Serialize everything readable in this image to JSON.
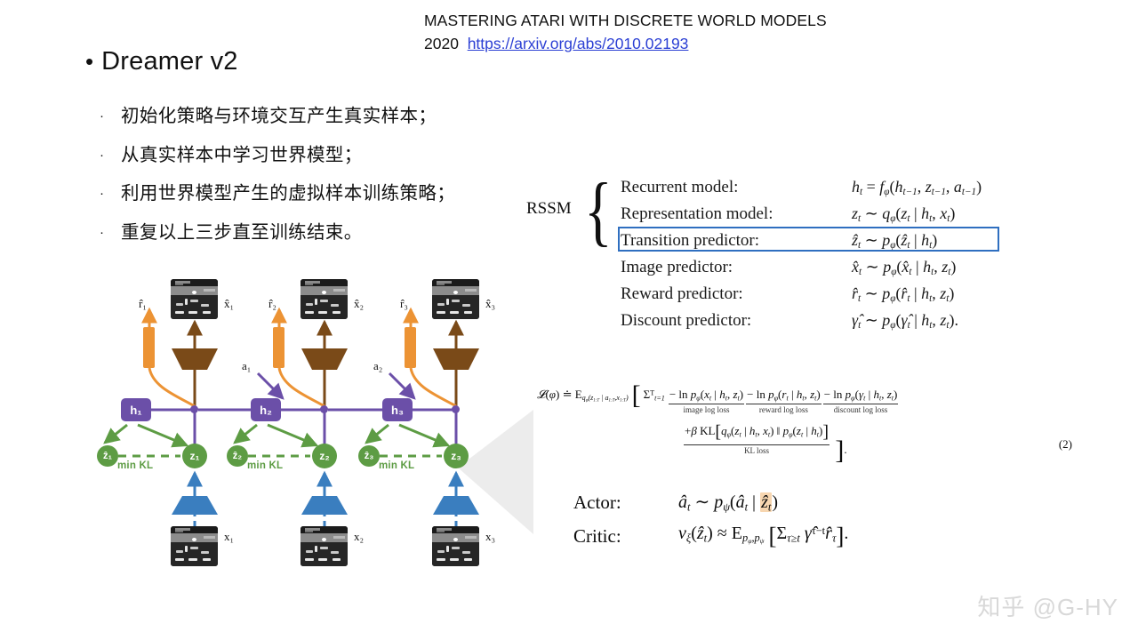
{
  "paper": {
    "title": "MASTERING ATARI WITH DISCRETE WORLD MODELS",
    "year": "2020",
    "link": "https://arxiv.org/abs/2010.02193"
  },
  "slide": {
    "bullet_marker": "•",
    "title": "Dreamer v2",
    "sub_marker": "·",
    "bullets": [
      "初始化策略与环境交互产生真实样本；",
      "从真实样本中学习世界模型；",
      "利用世界模型产生的虚拟样本训练策略；",
      "重复以上三步直至训练结束。"
    ]
  },
  "rssm": {
    "group_label": "RSSM",
    "brace": "{",
    "highlight_color": "#2f6fc0",
    "rows": [
      {
        "name": "Recurrent model:",
        "equation": "h_t = f_φ(h_{t-1}, z_{t-1}, a_{t-1})"
      },
      {
        "name": "Representation model:",
        "equation": "z_t ~ q_φ(z_t | h_t, x_t)"
      },
      {
        "name": "Transition predictor:",
        "equation": "ẑ_t ~ p_φ(ẑ_t | h_t)"
      },
      {
        "name": "Image predictor:",
        "equation": "x̂_t ~ p_φ(x̂_t | h_t, z_t)"
      },
      {
        "name": "Reward predictor:",
        "equation": "r̂_t ~ p_φ(r̂_t | h_t, z_t)"
      },
      {
        "name": "Discount predictor:",
        "equation": "γ̂_t ~ p_φ(γ̂_t | h_t, z_t)."
      }
    ]
  },
  "loss": {
    "number": "(2)",
    "lhs": "L(φ) ≐ E",
    "expectation_sub": "q_φ(z_{1:T} | a_{1:T}, x_{1:T})",
    "sum": "Σ_{t=1}^{T}",
    "terms": [
      {
        "expr": "− ln p_φ(x_t | h_t, z_t)",
        "label": "image log loss"
      },
      {
        "expr": "− ln p_φ(r_t | h_t, z_t)",
        "label": "reward log loss"
      },
      {
        "expr": "− ln p_φ(γ_t | h_t, z_t)",
        "label": "discount log loss"
      }
    ],
    "kl_term": {
      "expr": "+β KL[ q_φ(z_t | h_t, x_t) ‖ p_φ(z_t | h_t) ]",
      "label": "KL loss"
    },
    "trailing": "."
  },
  "actor_critic": [
    {
      "name": "Actor:",
      "equation": "â_t ~ p_ψ(â_t | ẑ_t)",
      "highlight": "ẑ_t",
      "highlight_color": "#f7d6b0"
    },
    {
      "name": "Critic:",
      "equation": "v_ξ(ẑ_t) ≈ E_{p_φ,p_ψ}[ Σ_{τ≥t} γ̂^{τ−t} r̂_τ ]."
    }
  ],
  "diagram": {
    "min_kl_label": "min KL",
    "colors": {
      "deterministic_state": "#6b4fa8",
      "stochastic_state": "#5d9c44",
      "decoder": "#7a4a18",
      "reward_head": "#ec9334",
      "encoder": "#3a7ebf",
      "cone": "#ececec"
    },
    "steps": [
      {
        "h": "h₁",
        "z": "z₁",
        "z_prior": "ẑ₁",
        "x": "x₁",
        "x_hat": "x̂₁",
        "r_hat": "r̂₁",
        "action": ""
      },
      {
        "h": "h₂",
        "z": "z₂",
        "z_prior": "ẑ₂",
        "x": "x₂",
        "x_hat": "x̂₂",
        "r_hat": "r̂₂",
        "action": "a₁"
      },
      {
        "h": "h₃",
        "z": "z₃",
        "z_prior": "ẑ₃",
        "x": "x₃",
        "x_hat": "x̂₃",
        "r_hat": "r̂₃",
        "action": "a₂"
      }
    ]
  },
  "watermark": "知乎 @G-HY"
}
